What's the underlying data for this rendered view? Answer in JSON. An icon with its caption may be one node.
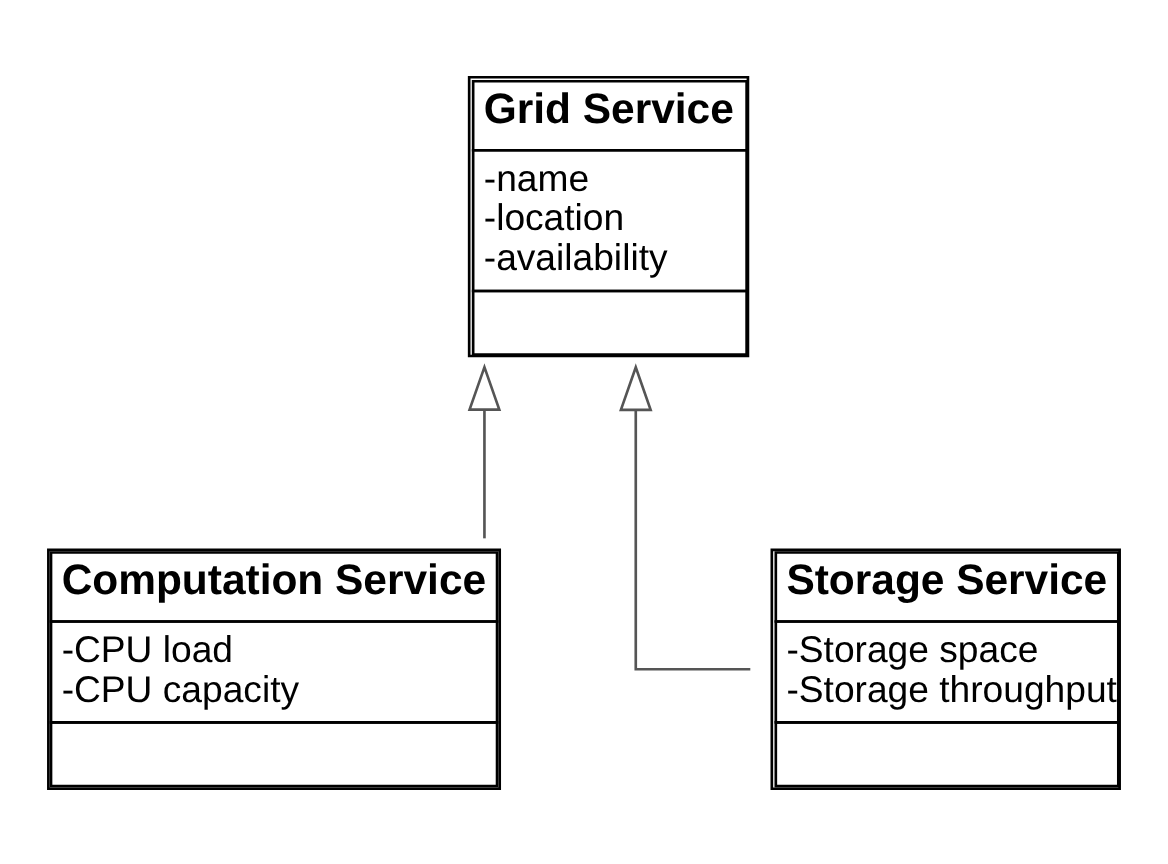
{
  "diagram": {
    "nodes": [
      {
        "text": [
          "Grid Service",
          "-name",
          "-location",
          "-availability"
        ]
      },
      {
        "text": [
          "Computation Service",
          "-CPU load",
          "-CPU capacity"
        ]
      },
      {
        "text": [
          "Storage Service",
          "-Storage space",
          "-Storage throughput"
        ]
      }
    ],
    "edges": [
      {
        "from": 1,
        "to": 0,
        "arrow": "to"
      },
      {
        "from": 2,
        "to": 0,
        "arrow": "to"
      }
    ]
  }
}
